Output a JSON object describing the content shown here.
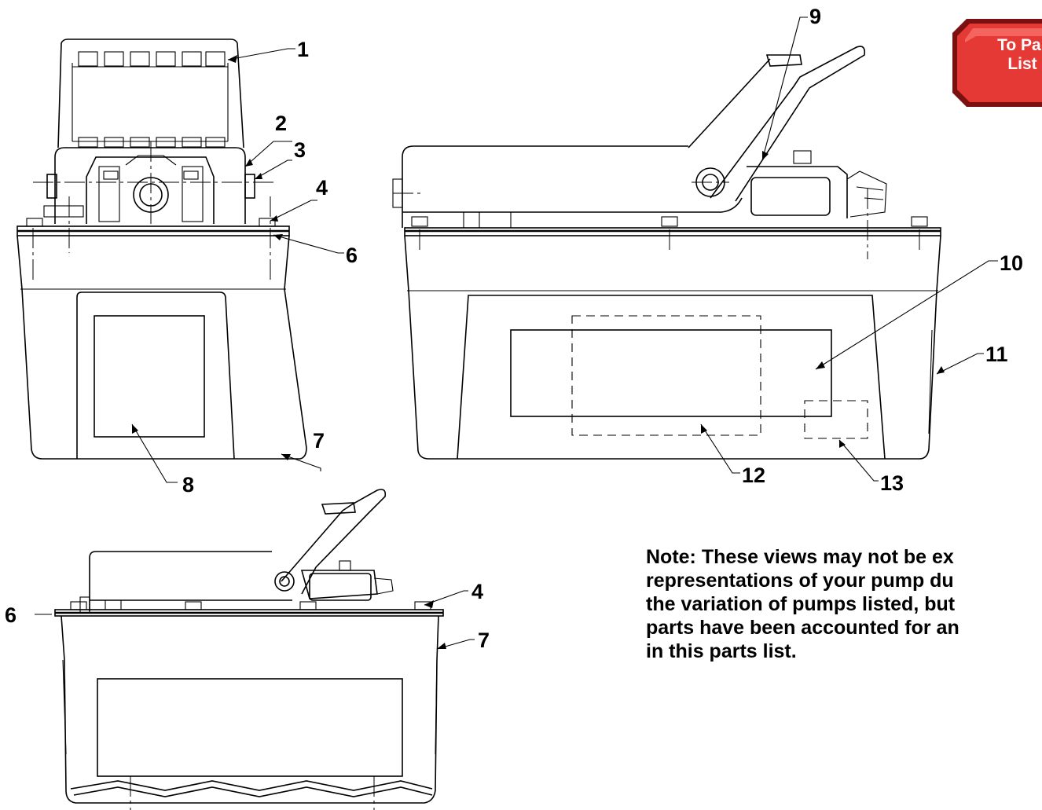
{
  "button": {
    "line1": "To Par",
    "line2": "List",
    "color": "#e53935",
    "border_color": "#7a1010"
  },
  "note": {
    "line1": "Note: These views may not be ex",
    "line2": "representations of your pump du",
    "line3": "the variation of pumps listed, but",
    "line4": "parts have been accounted for an",
    "line5": "in this parts list."
  },
  "callouts": {
    "c1": "1",
    "c2": "2",
    "c3": "3",
    "c4a": "4",
    "c6a": "6",
    "c7a": "7",
    "c8": "8",
    "c9": "9",
    "c10": "10",
    "c11": "11",
    "c12": "12",
    "c13": "13",
    "c4b": "4",
    "c6b": "6",
    "c7b": "7"
  }
}
